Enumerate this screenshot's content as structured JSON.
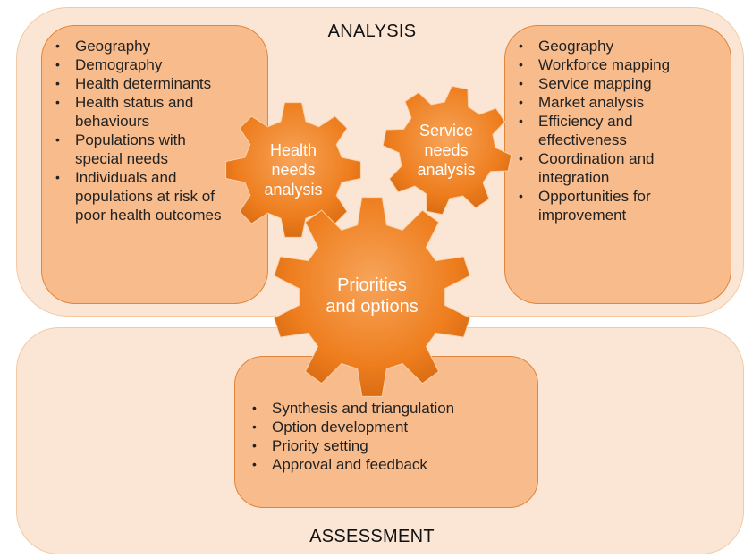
{
  "analysis": {
    "title": "ANALYSIS"
  },
  "assessment": {
    "title": "ASSESSMENT"
  },
  "health_needs": {
    "gear_label_lines": [
      "Health",
      "needs",
      "analysis"
    ],
    "items": [
      "Geography",
      "Demography",
      "Health determinants",
      "Health status and behaviours",
      "Populations with special needs",
      "Individuals and populations at risk of poor health outcomes"
    ]
  },
  "service_needs": {
    "gear_label_lines": [
      "Service",
      "needs",
      "analysis"
    ],
    "items": [
      "Geography",
      "Workforce mapping",
      "Service mapping",
      "Market analysis",
      "Efficiency and effectiveness",
      "Coordination and integration",
      "Opportunities for improvement"
    ]
  },
  "priorities": {
    "gear_label_lines": [
      "Priorities",
      "and options"
    ],
    "items": [
      "Synthesis and triangulation",
      "Option development",
      "Priority setting",
      "Approval and feedback"
    ]
  },
  "colors": {
    "region_fill": "#fbe6d6",
    "box_fill": "#f8bb8c",
    "gear_fill": "#ee7e1e"
  }
}
